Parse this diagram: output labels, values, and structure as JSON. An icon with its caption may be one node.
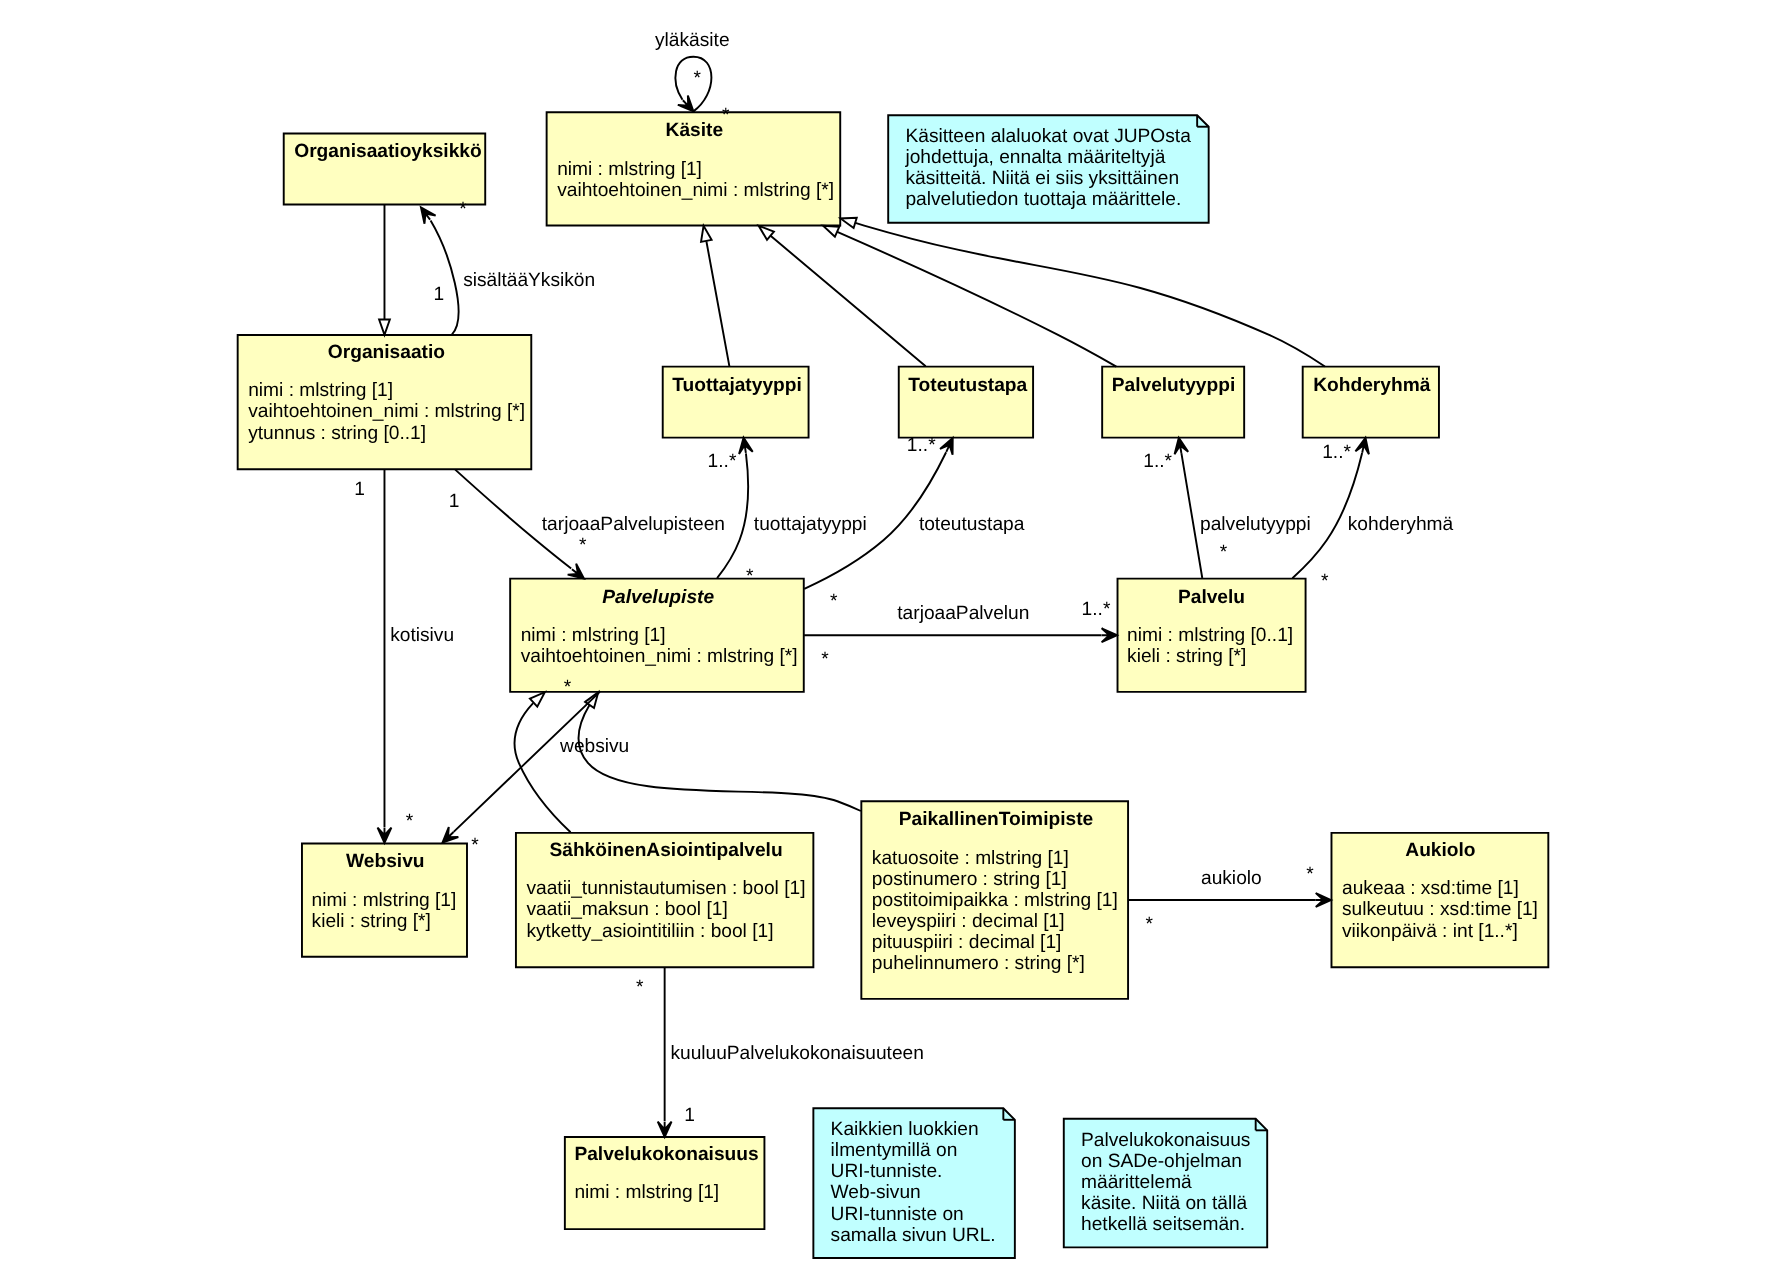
{
  "diagram": {
    "nodes": [
      {
        "text": [
          "Organisaatioyksikkö"
        ]
      },
      {
        "text": [
          "Käsitteen alaluokat ovat JUPOsta johdettuja, ennalta määriteltyjä käsitteitä. Niitä ei siis yksittäinen palvelutiedon tuottaja määrittele."
        ]
      },
      {
        "text": [
          "Käsite",
          "nimi : mlstring [1]",
          "vaihtoehtoinen_nimi : mlstring [*]"
        ]
      },
      {
        "text": [
          "Organisaatio",
          "nimi : mlstring [1]",
          "vaihtoehtoinen_nimi : mlstring [*]",
          "ytunnus : string [0..1]"
        ]
      },
      {
        "text": [
          "Tuottajatyyppi"
        ]
      },
      {
        "text": [
          "Toteutustapa"
        ]
      },
      {
        "text": [
          "Palvelutyyppi"
        ]
      },
      {
        "text": [
          "Kohderyhmä"
        ]
      },
      {
        "text": [
          "Palvelupiste",
          "nimi : mlstring [1]",
          "vaihtoehtoinen_nimi : mlstring [*]"
        ]
      },
      {
        "text": [
          "Palvelu",
          "nimi : mlstring [0..1]",
          "kieli : string [*]"
        ]
      },
      {
        "text": [
          "SähköinenAsiointipalvelu",
          "vaatii_tunnistautumisen : bool [1]",
          "vaatii_maksun : bool [1]",
          "kytketty_asiointitiliin : bool [1]"
        ]
      },
      {
        "text": [
          "PaikallinenToimipiste",
          "katuosoite : mlstring [1]",
          "postinumero : string [1]",
          "postitoimipaikka : mlstring [1]",
          "leveyspiiri : decimal [1]",
          "pituuspiiri : decimal [1]",
          "puhelinnumero : string [*]"
        ]
      },
      {
        "text": [
          "Websivu",
          "nimi : mlstring [1]",
          "kieli : string [*]"
        ]
      },
      {
        "text": [
          "Aukiolo",
          "aukeaa : xsd:time [1]",
          "sulkeutuu : xsd:time [1]",
          "viikonpäivä : int [1..*]"
        ]
      },
      {
        "text": [
          "Kaikkien luokkien ilmentymillä on URI-tunniste. Web-sivun URI-tunniste on samalla sivun URL."
        ]
      },
      {
        "text": [
          "Palvelukokonaisuus",
          "nimi : mlstring [1]"
        ]
      },
      {
        "text": [
          "Palvelukokonaisuus on SADe-ohjelman määrittelemä käsite. Niitä on tällä hetkellä seitsemän."
        ]
      }
    ],
    "edges": [
      {
        "from": 3,
        "to": 0,
        "arrow": "to",
        "label": "sisältääYksikön"
      },
      {
        "from": 0,
        "to": 3,
        "arrow": "to"
      },
      {
        "from": 2,
        "to": 2,
        "arrow": "to",
        "label": "yläkäsite"
      },
      {
        "from": 4,
        "to": 2,
        "arrow": "to"
      },
      {
        "from": 5,
        "to": 2,
        "arrow": "to"
      },
      {
        "from": 6,
        "to": 2,
        "arrow": "to"
      },
      {
        "from": 7,
        "to": 2,
        "arrow": "to"
      },
      {
        "from": 3,
        "to": 12,
        "arrow": "to",
        "label": "kotisivu"
      },
      {
        "from": 3,
        "to": 8,
        "arrow": "to",
        "label": "tarjoaaPalvelupisteen"
      },
      {
        "from": 8,
        "to": 4,
        "arrow": "to",
        "label": "tuottajatyyppi"
      },
      {
        "from": 8,
        "to": 5,
        "arrow": "to",
        "label": "toteutustapa"
      },
      {
        "from": 9,
        "to": 6,
        "arrow": "to",
        "label": "palvelutyyppi"
      },
      {
        "from": 9,
        "to": 7,
        "arrow": "to",
        "label": "kohderyhmä"
      },
      {
        "from": 8,
        "to": 9,
        "arrow": "to",
        "label": "tarjoaaPalvelun"
      },
      {
        "from": 8,
        "to": 12,
        "arrow": "to",
        "label": "websivu"
      },
      {
        "from": 10,
        "to": 8,
        "arrow": "to"
      },
      {
        "from": 11,
        "to": 8,
        "arrow": "to"
      },
      {
        "from": 10,
        "to": 15,
        "arrow": "to",
        "label": "kuuluuPalvelukokonaisuuteen"
      },
      {
        "from": 11,
        "to": 13,
        "arrow": "to",
        "label": "aukiolo"
      }
    ],
    "labels": [
      "*",
      "*",
      "*",
      "1",
      "1..*",
      "1..*",
      "1..*",
      "1..*",
      "1",
      "1",
      "*",
      "*",
      "*",
      "*",
      "*",
      "*",
      "1..*",
      "*",
      "*",
      "*",
      "*",
      "*",
      "*",
      "1"
    ]
  }
}
